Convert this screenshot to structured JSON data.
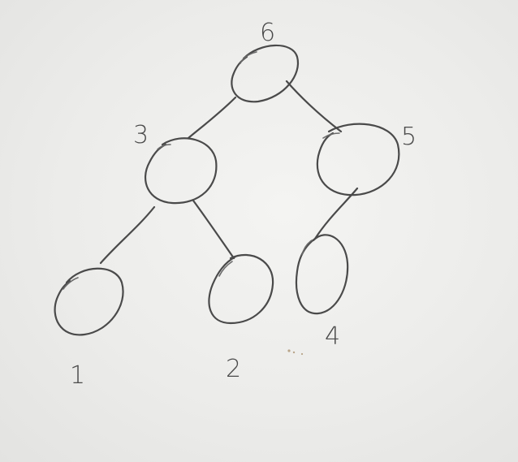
{
  "tree": {
    "nodes": [
      {
        "id": "n6",
        "label": "6"
      },
      {
        "id": "n3",
        "label": "3"
      },
      {
        "id": "n5",
        "label": "5"
      },
      {
        "id": "n1",
        "label": "1"
      },
      {
        "id": "n2",
        "label": "2"
      },
      {
        "id": "n4",
        "label": "4"
      }
    ],
    "edges": [
      {
        "from": "n6",
        "to": "n3"
      },
      {
        "from": "n6",
        "to": "n5"
      },
      {
        "from": "n3",
        "to": "n1"
      },
      {
        "from": "n3",
        "to": "n2"
      },
      {
        "from": "n5",
        "to": "n4"
      }
    ]
  },
  "colors": {
    "ink": "#4a4a4a",
    "paper": "#ededeb"
  }
}
